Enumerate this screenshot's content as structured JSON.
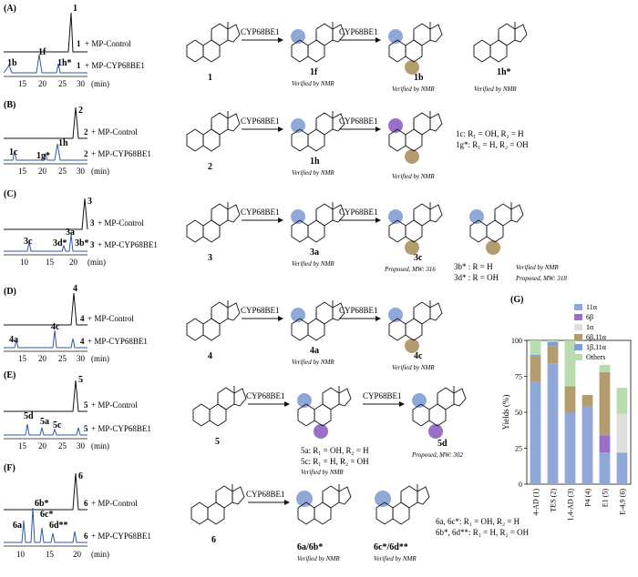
{
  "panels": [
    {
      "id": "(A)",
      "compound": "1",
      "ticks": [
        "15",
        "20",
        "25",
        "30",
        "(min)"
      ],
      "trace_labels": [
        "+ MP-Control",
        "+ MP-CYP68BE1"
      ],
      "peaks": [
        "1",
        "1b",
        "1f",
        "1h*"
      ],
      "products": [
        {
          "id": "1",
          "note": ""
        },
        {
          "id": "1f",
          "note": "Verified by NMR"
        },
        {
          "id": "1b",
          "note": "Verified by NMR"
        },
        {
          "id": "1h*",
          "note": "Verified by NMR"
        }
      ]
    },
    {
      "id": "(B)",
      "compound": "2",
      "ticks": [
        "15",
        "20",
        "25",
        "30",
        "(min)"
      ],
      "trace_labels": [
        "+ MP-Control",
        "+ MP-CYP68BE1"
      ],
      "peaks": [
        "2",
        "1c",
        "1g*",
        "1h"
      ],
      "products": [
        {
          "id": "2",
          "note": ""
        },
        {
          "id": "1h",
          "note": "Verified by NMR"
        },
        {
          "id": "1c/1g*",
          "note": "Verified by NMR"
        }
      ],
      "legend_lines": [
        "1c: R₁ = OH, R₂ = H",
        "1g*: R₁ = H, R₂ = OH"
      ]
    },
    {
      "id": "(C)",
      "compound": "3",
      "ticks": [
        "10",
        "15",
        "20",
        "(min)"
      ],
      "trace_labels": [
        "+ MP-Control",
        "+ MP-CYP68BE1"
      ],
      "peaks": [
        "3",
        "3c",
        "3a",
        "3d*",
        "3b*"
      ],
      "products": [
        {
          "id": "3",
          "note": ""
        },
        {
          "id": "3a",
          "note": "Verified by NMR"
        },
        {
          "id": "3c",
          "note": "Proposed, MW: 316"
        }
      ],
      "legend_lines": [
        "3b* : R = H",
        "3d* : R = OH"
      ],
      "side_notes": [
        "Verified by NMR",
        "Proposed, MW: 318"
      ]
    },
    {
      "id": "(D)",
      "compound": "4",
      "ticks": [
        "15",
        "20",
        "25",
        "30",
        "(min)"
      ],
      "trace_labels": [
        "+ MP-Control",
        "+ MP-CYP68BE1"
      ],
      "peaks": [
        "4",
        "4a",
        "4c"
      ],
      "products": [
        {
          "id": "4",
          "note": ""
        },
        {
          "id": "4a",
          "note": "Verified by NMR"
        },
        {
          "id": "4c",
          "note": "Verified by NMR"
        }
      ]
    },
    {
      "id": "(E)",
      "compound": "5",
      "ticks": [
        "15",
        "20",
        "25",
        "30",
        "(min)"
      ],
      "trace_labels": [
        "+ MP-Control",
        "+ MP-CYP68BE1"
      ],
      "peaks": [
        "5",
        "5d",
        "5a",
        "5c"
      ],
      "products": [
        {
          "id": "5",
          "note": ""
        },
        {
          "id": "5a/5c",
          "note": "Verified by NMR"
        },
        {
          "id": "5d",
          "note": "Proposed, MW: 302"
        }
      ],
      "legend_lines": [
        "5a: R₁ = OH, R₂ = H",
        "5c: R₁ = H, R₂ = OH"
      ]
    },
    {
      "id": "(F)",
      "compound": "6",
      "ticks": [
        "10",
        "15",
        "20",
        "(min)"
      ],
      "trace_labels": [
        "+ MP-Control",
        "+ MP-CYP68BE1"
      ],
      "peaks": [
        "6",
        "6a",
        "6b*",
        "6c*",
        "6d**"
      ],
      "products": [
        {
          "id": "6",
          "note": ""
        },
        {
          "id": "6a/6b*",
          "note": "Verified by NMR"
        },
        {
          "id": "6c*/6d**",
          "note": "Verified by NMR"
        }
      ],
      "legend_lines": [
        "6a, 6c*: R₁ = OH, R₂ = H",
        "6b*, 6d**: R₁ = H, R₂ = OH"
      ]
    }
  ],
  "enzyme": "CYP68BE1",
  "colors": {
    "blue": "#8fa8d8",
    "purple": "#9a6fc8",
    "tan": "#b39c6e",
    "lightgray": "#dedede",
    "green": "#b8dcae",
    "chromo_blue": "#2f5aa8"
  },
  "chart_data": {
    "type": "bar",
    "panel": "(G)",
    "ylabel": "Yields (%)",
    "ylim": [
      0,
      100
    ],
    "yticks": [
      0,
      25,
      50,
      75,
      100
    ],
    "categories": [
      "4-AD (1)",
      "TES (2)",
      "1,4-AD (3)",
      "P4 (4)",
      "E1 (5)",
      "E-4,9 (6)"
    ],
    "stacked": true,
    "legend_position": "top-right",
    "series": [
      {
        "name": "11α",
        "color": "#8fa8d8",
        "values": [
          71,
          84,
          50,
          54,
          22,
          22
        ]
      },
      {
        "name": "6β",
        "color": "#9a6fc8",
        "values": [
          0,
          0,
          0,
          0,
          12,
          0
        ]
      },
      {
        "name": "1α",
        "color": "#dedede",
        "values": [
          0,
          0,
          0,
          0,
          0,
          27
        ]
      },
      {
        "name": "6β,11α",
        "color": "#b39c6e",
        "values": [
          18,
          12,
          18,
          8,
          44,
          0
        ]
      },
      {
        "name": "1β,11α",
        "color": "#7f9fd4",
        "values": [
          1,
          3,
          0,
          0,
          0,
          0
        ]
      },
      {
        "name": "Others",
        "color": "#b8dcae",
        "values": [
          10,
          1,
          32,
          0,
          5,
          18
        ]
      }
    ]
  }
}
